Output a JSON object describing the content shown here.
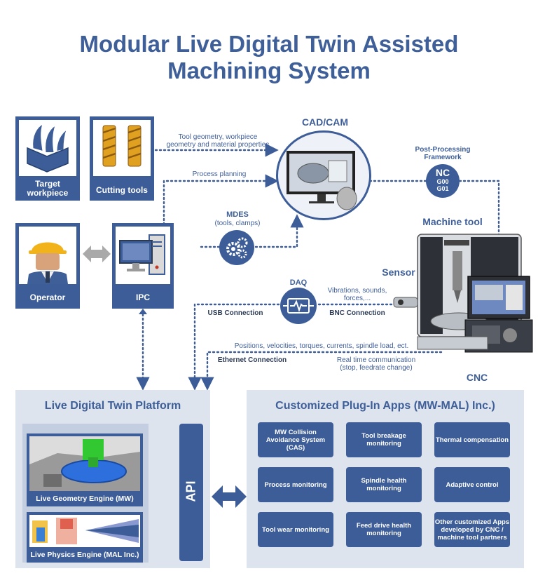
{
  "title": {
    "line1": "Modular Live Digital Twin Assisted",
    "line2": "Machining System"
  },
  "cards": {
    "target_workpiece": {
      "line1": "Target",
      "line2": "workpiece"
    },
    "cutting_tools": "Cutting tools",
    "operator": "Operator",
    "ipc": "IPC"
  },
  "flows": {
    "tool_geometry": {
      "line1": "Tool geometry, workpiece",
      "line2": "geometry and material properties"
    },
    "process_planning": "Process planning",
    "mdes": {
      "title": "MDES",
      "sub": "(tools, clamps)"
    },
    "daq": "DAQ",
    "vibrations": {
      "line1": "Vibrations, sounds,",
      "line2": "forces,..."
    },
    "usb": "USB Connection",
    "bnc": "BNC Connection",
    "positions": "Positions, velocities, torques, currents, spindle load, ect.",
    "ethernet": "Ethernet Connection",
    "realtime": {
      "line1": "Real time communication",
      "line2": "(stop, feedrate change)"
    }
  },
  "nodes": {
    "cadcam": "CAD/CAM",
    "post_processing": {
      "line1": "Post-Processing",
      "line2": "Framework"
    },
    "nc_code": {
      "l1": "NC",
      "l2": "G00",
      "l3": "G01"
    },
    "machine_tool": "Machine tool",
    "sensor": "Sensor",
    "cnc": "CNC"
  },
  "platform": {
    "title": "Live Digital Twin Platform",
    "api": "API",
    "geometry_engine": "Live Geometry Engine (MW)",
    "physics_engine": "Live Physics Engine (MAL Inc.)"
  },
  "plugins": {
    "title": "Customized Plug-In Apps (MW-MAL) Inc.)",
    "apps": [
      "MW Collision Avoidance System (CAS)",
      "Tool breakage monitoring",
      "Thermal compensation",
      "Process monitoring",
      "Spindle health monitoring",
      "Adaptive control",
      "Tool wear monitoring",
      "Feed drive health monitoring",
      "Other customized Apps developed by CNC / machine tool partners"
    ]
  },
  "colors": {
    "primary": "#3d5d98",
    "panel": "#dde4ee",
    "accent": "#e0a020"
  }
}
